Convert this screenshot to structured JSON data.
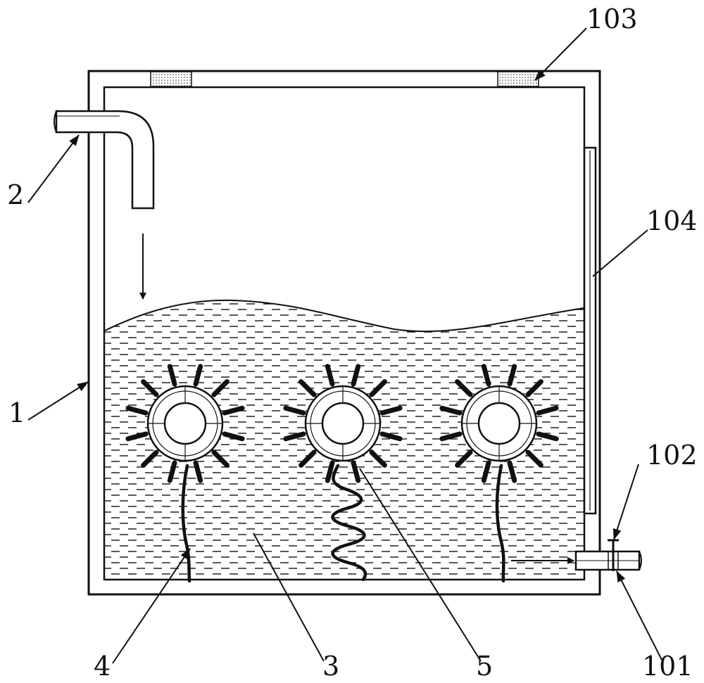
{
  "labels": {
    "tank": "1",
    "inlet_pipe": "2",
    "liquid": "3",
    "heater_cable": "4",
    "heater_fins": "5",
    "outlet_pipe": "101",
    "outlet_valve": "102",
    "vent": "103",
    "level_gauge": "104"
  }
}
